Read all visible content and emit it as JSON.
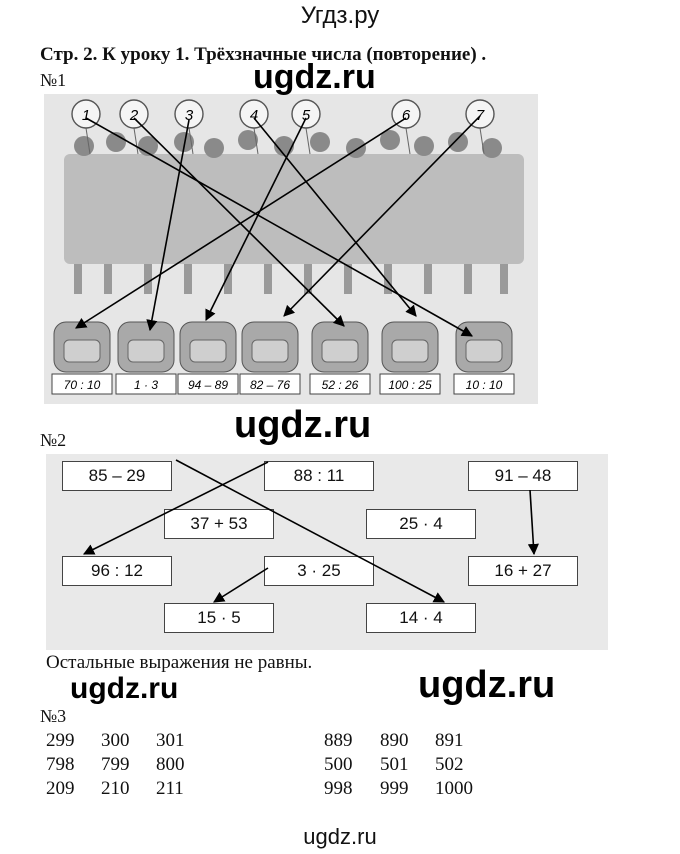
{
  "site_title": "Угдз.ру",
  "heading": "Стр. 2. К уроку 1. Трёхзначные числа (повторение) .",
  "watermark": "ugdz.ru",
  "footer": "ugdz.ru",
  "ex1": {
    "label": "№1",
    "circles": [
      "1",
      "2",
      "3",
      "4",
      "5",
      "6",
      "7"
    ],
    "bags": [
      "70 : 10",
      "1 · 3",
      "94 – 89",
      "82 – 76",
      "52 : 26",
      "100 : 25",
      "10 : 10"
    ]
  },
  "ex2": {
    "label": "№2",
    "boxes": [
      "85 – 29",
      "88 : 11",
      "91 – 48",
      "37 + 53",
      "25 · 4",
      "96 : 12",
      "3 · 25",
      "16 + 27",
      "15 · 5",
      "14 · 4"
    ]
  },
  "note": "Остальные выражения не равны.",
  "ex3": {
    "label": "№3",
    "rows": [
      [
        "299",
        "300",
        "301",
        "889",
        "890",
        "891"
      ],
      [
        "798",
        "799",
        "800",
        "500",
        "501",
        "502"
      ],
      [
        "209",
        "210",
        "211",
        "998",
        "999",
        "1000"
      ]
    ]
  }
}
